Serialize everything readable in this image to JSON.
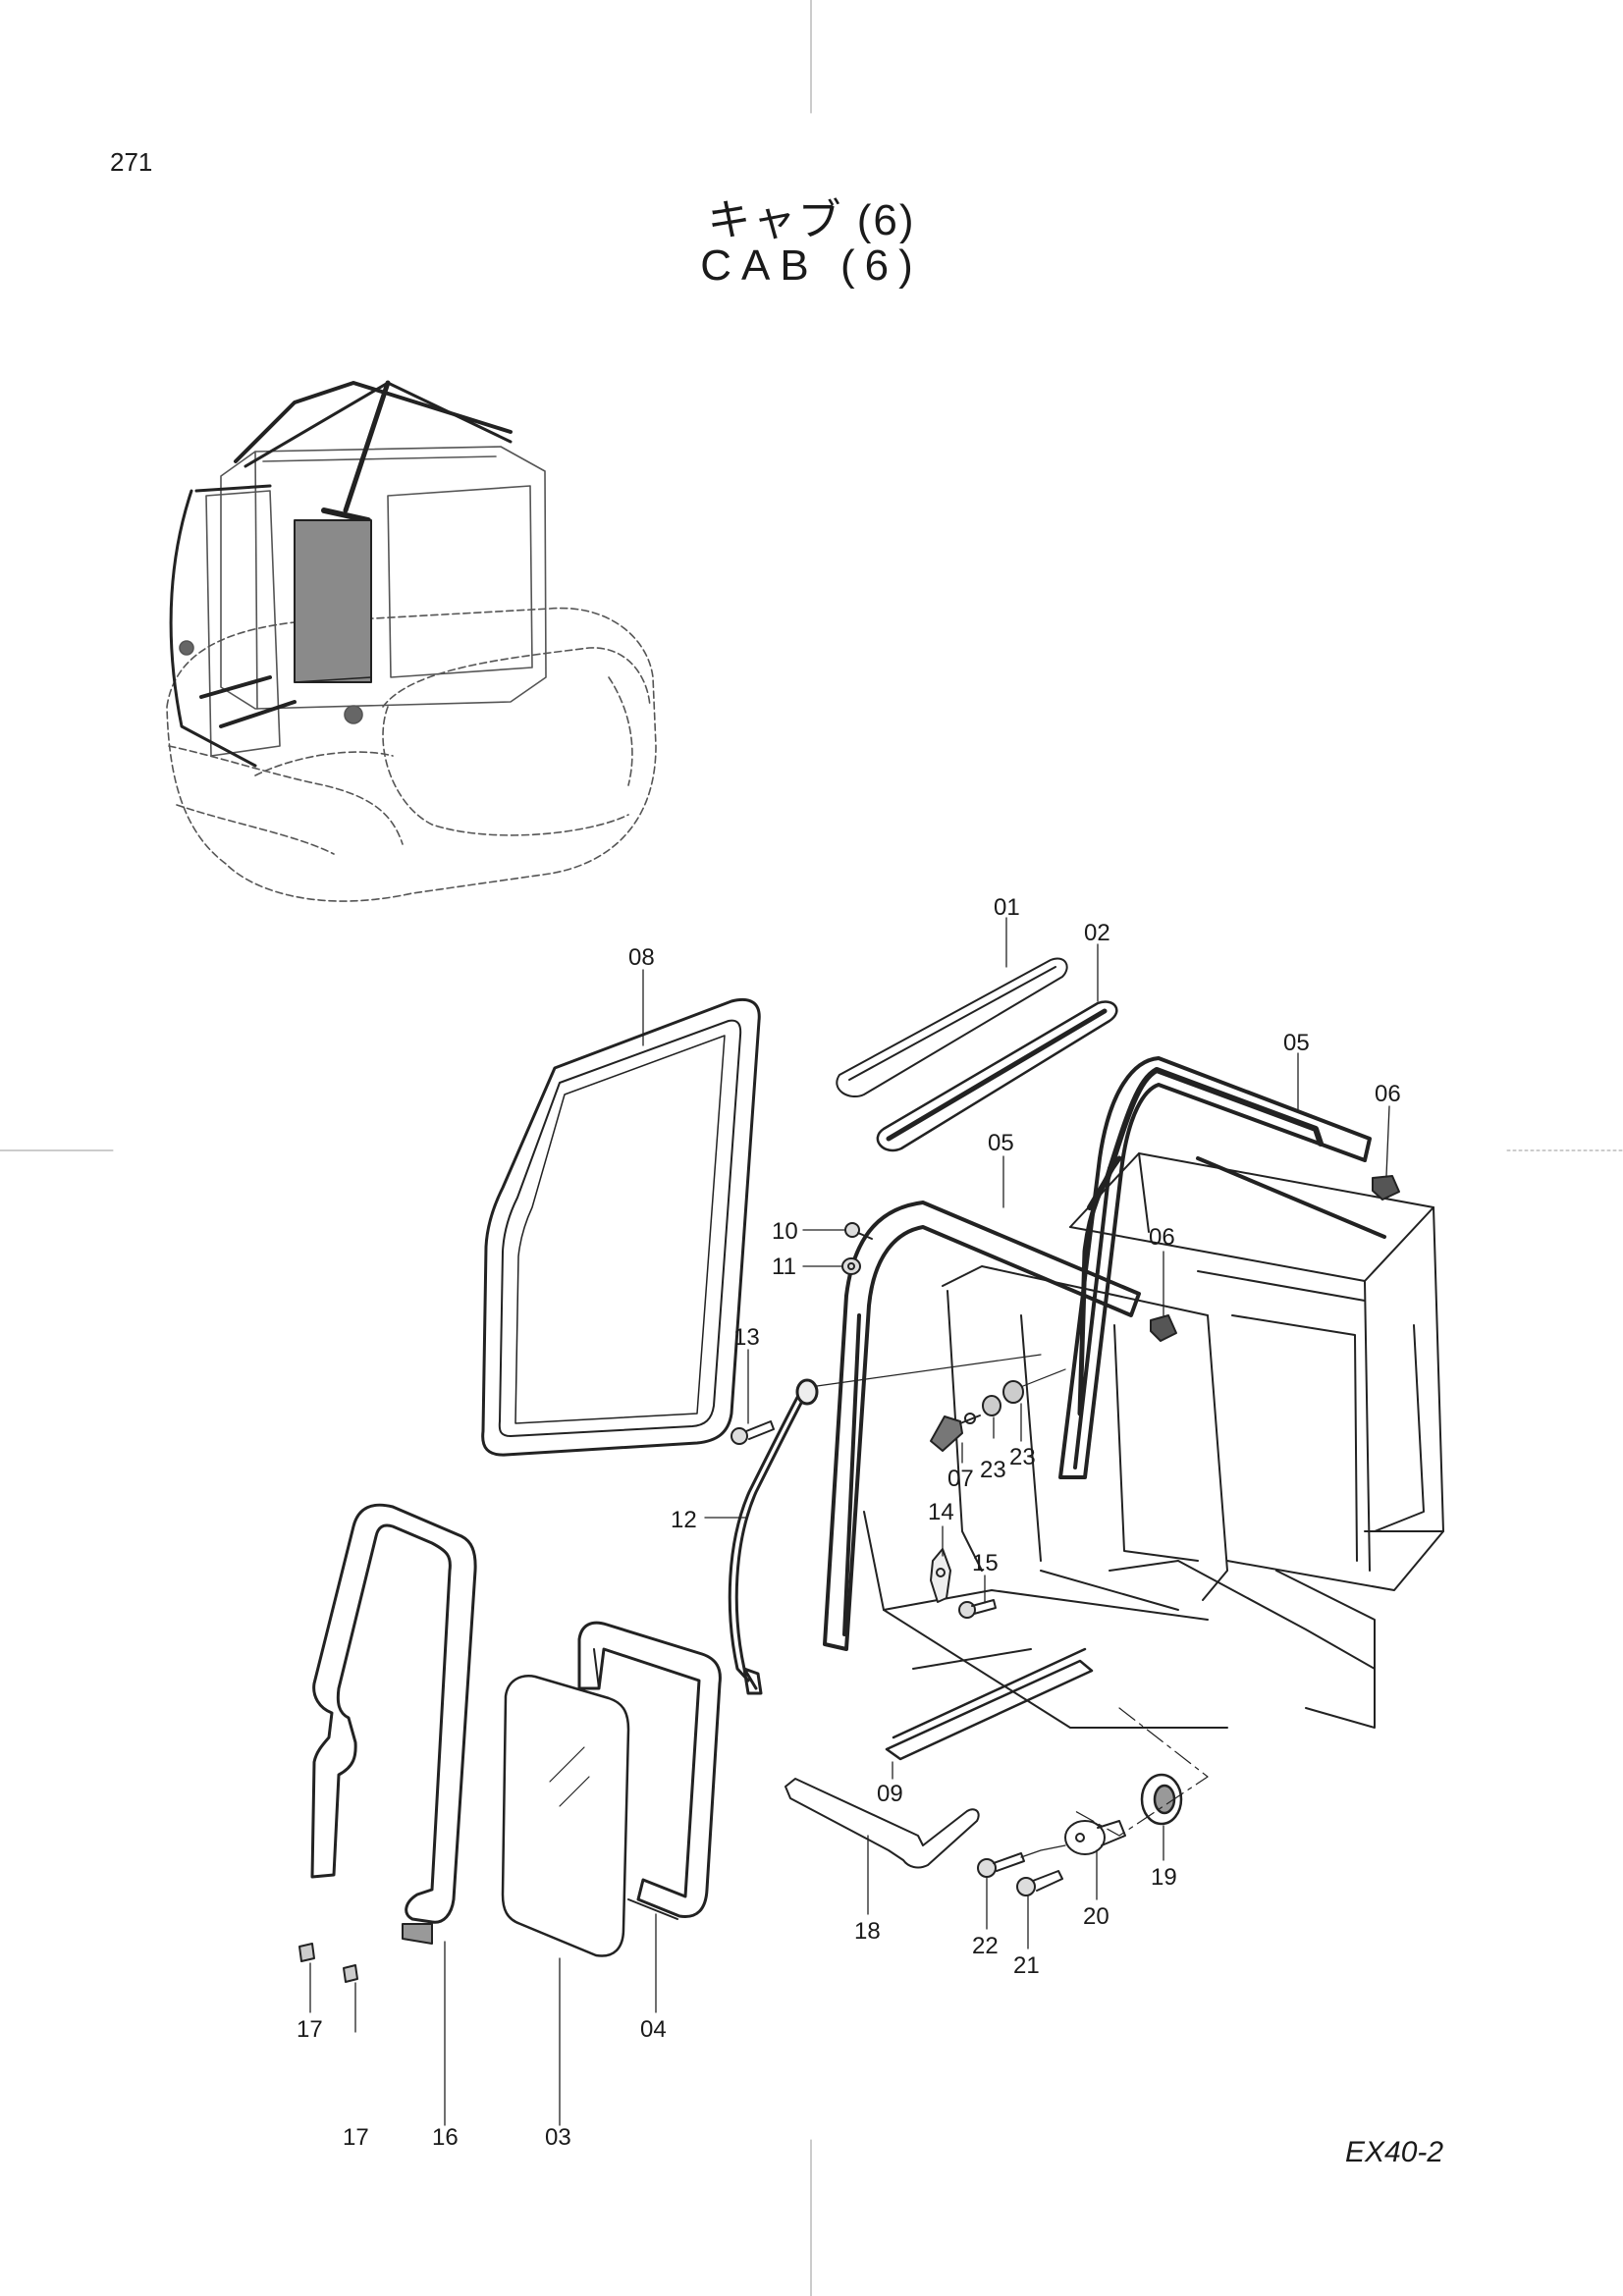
{
  "page": {
    "number": "271",
    "title_jp": "キャブ (6)",
    "title_en": "CAB (6)",
    "model": "EX40-2"
  },
  "callouts": [
    {
      "id": "01",
      "text": "01"
    },
    {
      "id": "02",
      "text": "02"
    },
    {
      "id": "03",
      "text": "03"
    },
    {
      "id": "04",
      "text": "04"
    },
    {
      "id": "05a",
      "text": "05"
    },
    {
      "id": "05b",
      "text": "05"
    },
    {
      "id": "06a",
      "text": "06"
    },
    {
      "id": "06b",
      "text": "06"
    },
    {
      "id": "07",
      "text": "07"
    },
    {
      "id": "08",
      "text": "08"
    },
    {
      "id": "09",
      "text": "09"
    },
    {
      "id": "10",
      "text": "10"
    },
    {
      "id": "11",
      "text": "11"
    },
    {
      "id": "12",
      "text": "12"
    },
    {
      "id": "13",
      "text": "13"
    },
    {
      "id": "14",
      "text": "14"
    },
    {
      "id": "15",
      "text": "15"
    },
    {
      "id": "16",
      "text": "16"
    },
    {
      "id": "17a",
      "text": "17"
    },
    {
      "id": "17b",
      "text": "17"
    },
    {
      "id": "18",
      "text": "18"
    },
    {
      "id": "19",
      "text": "19"
    },
    {
      "id": "20",
      "text": "20"
    },
    {
      "id": "21",
      "text": "21"
    },
    {
      "id": "22",
      "text": "22"
    },
    {
      "id": "23a",
      "text": "23"
    },
    {
      "id": "23b",
      "text": "23"
    }
  ]
}
